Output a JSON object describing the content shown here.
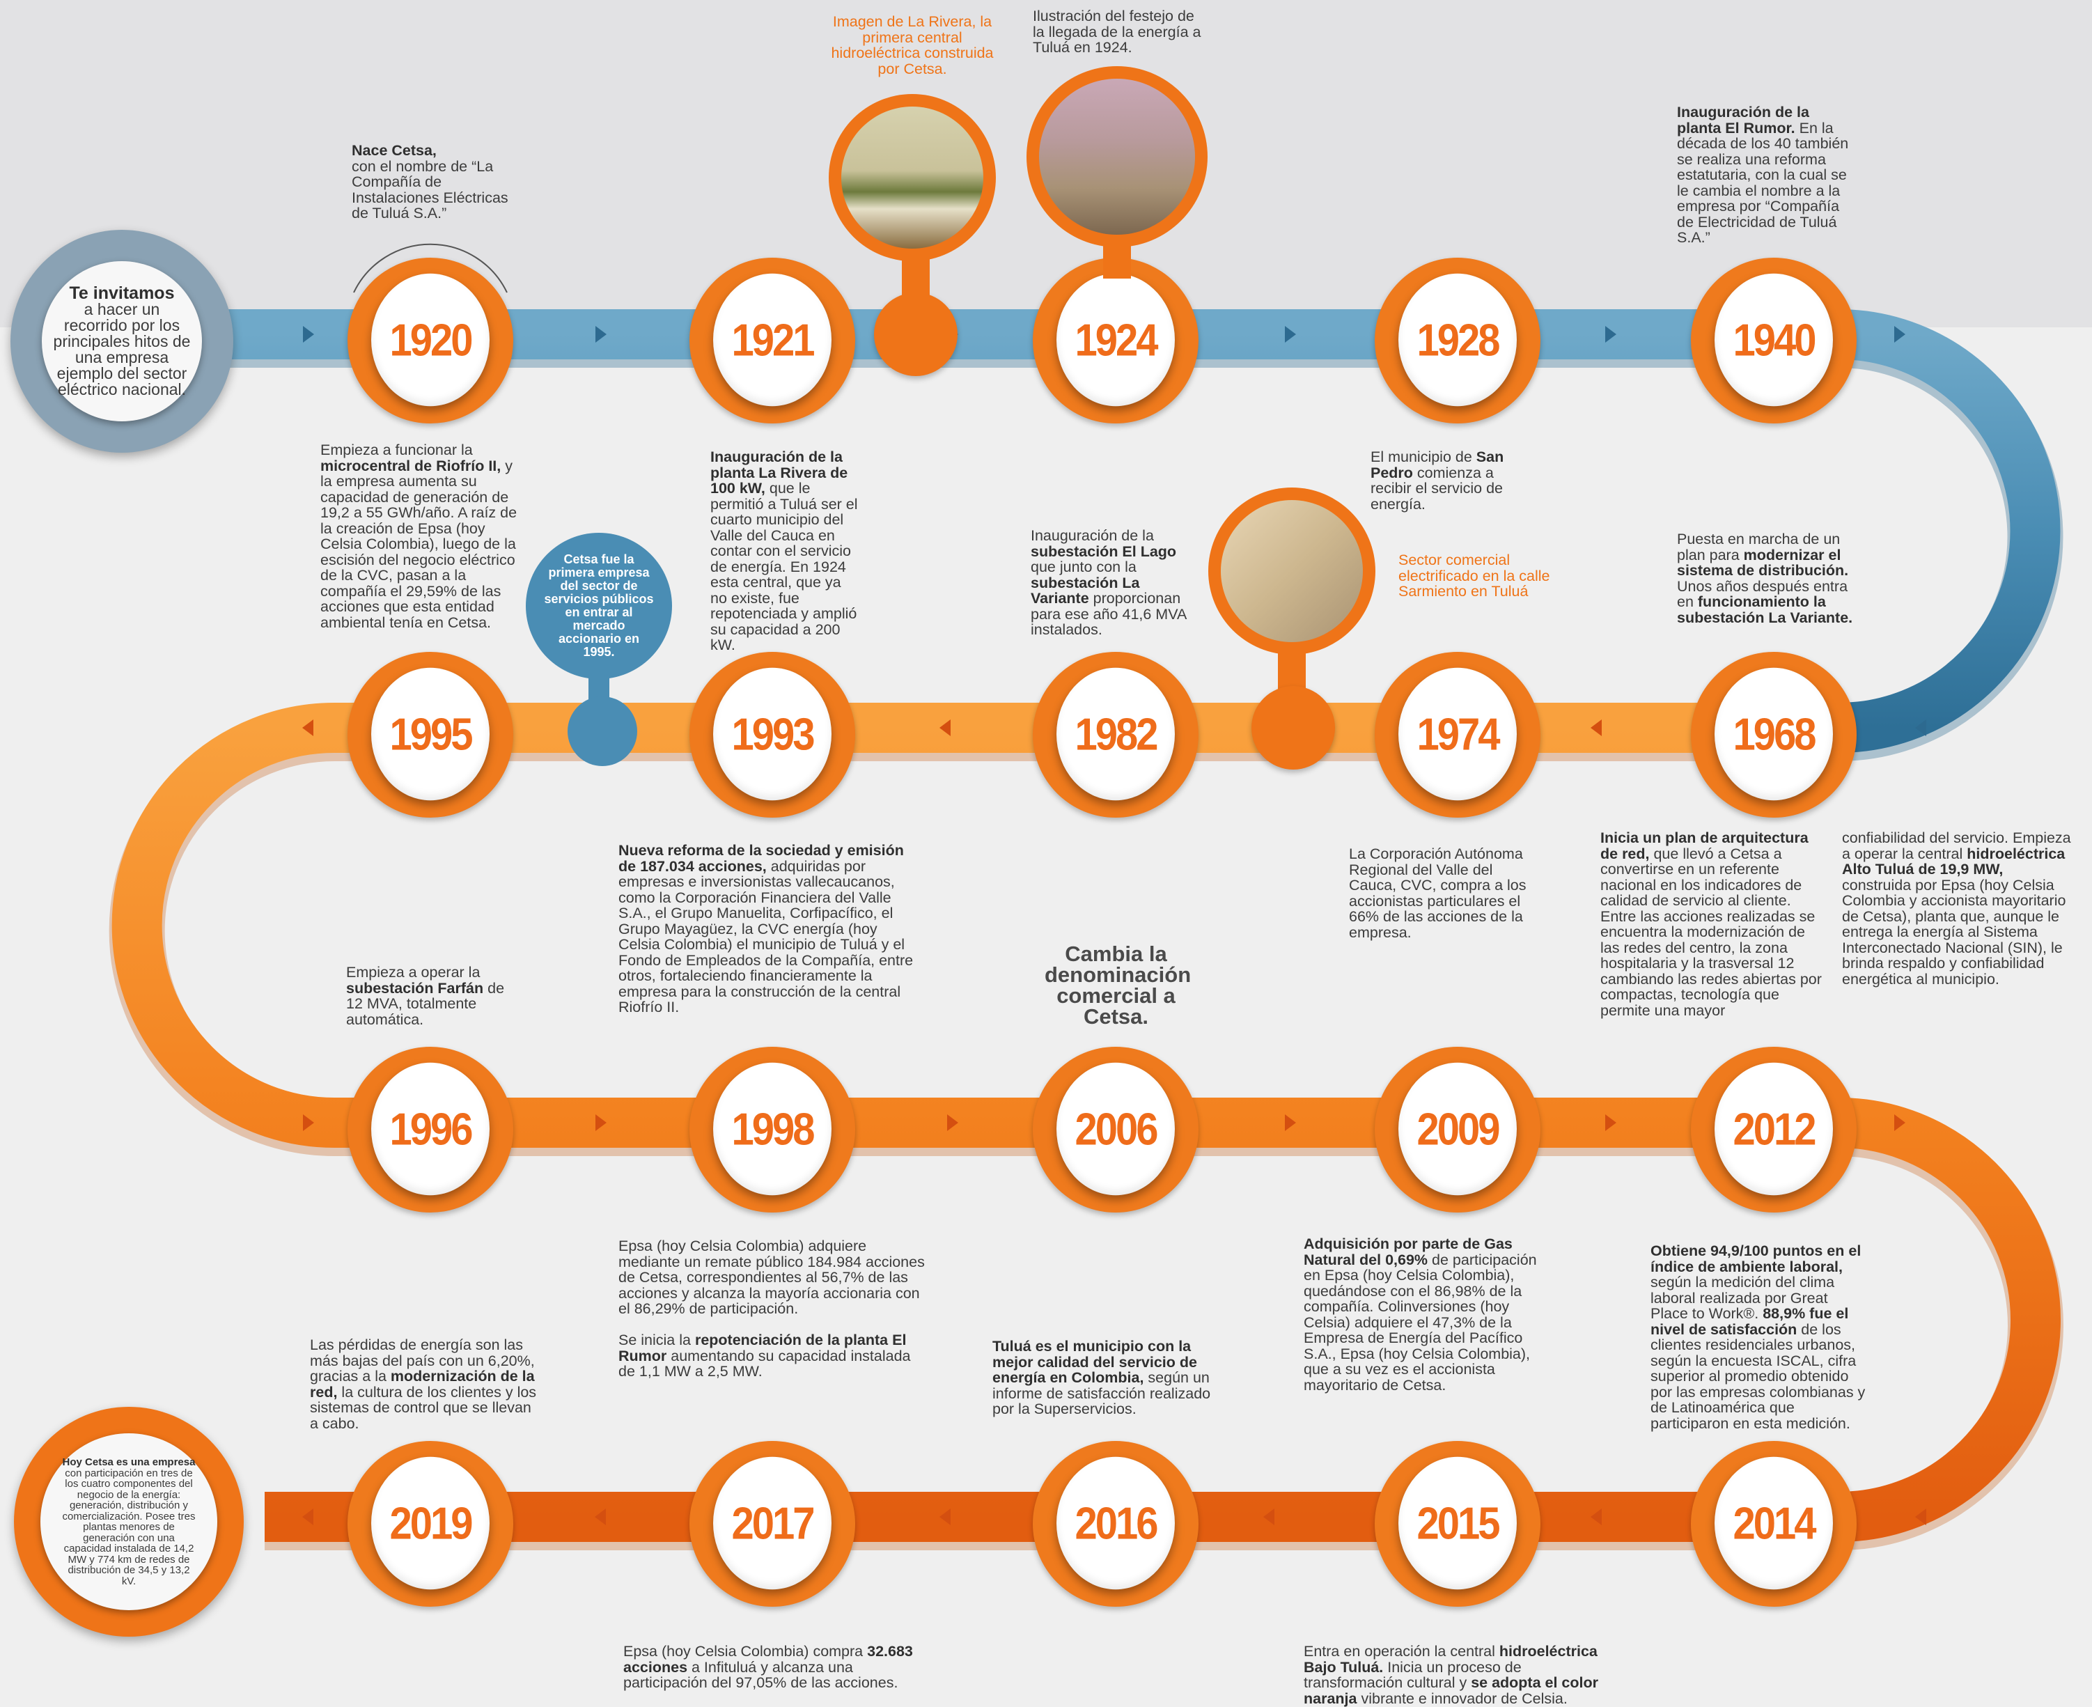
{
  "colors": {
    "orange": "#ef7418",
    "orange_light": "#f8a24a",
    "blue": "#4a90b6",
    "blue_dark": "#2f6f94",
    "gray_circle": "#8aa2b4"
  },
  "intro": {
    "bold": "Te invitamos",
    "rest": "a hacer un recorrido por los principales hitos de una empresa ejemplo del sector eléctrico nacional."
  },
  "final_bubble": {
    "bold": "Hoy Cetsa es una empresa",
    "rest": "con participación en tres de los cuatro componentes del negocio de la energía: generación, distribución y comercialización. Posee tres plantas menores de generación con una capacidad instalada de 14,2 MW y 774 km de redes de distribución de 34,5 y 13,2 kV."
  },
  "photos": {
    "rivera_caption": "Imagen de La Rivera, la primera central hidroeléctrica construida por Cetsa.",
    "fiesta_caption": "Ilustración del festejo de la llegada de la energía a Tuluá en 1924.",
    "sarmiento_caption": "Sector comercial electrificado en la calle Sarmiento en Tuluá"
  },
  "cetsa_1995_bubble": "Cetsa fue la primera empresa del sector de servicios públicos en entrar al mercado accionario en 1995.",
  "rename_heading": "Cambia la denominación comercial a Cetsa.",
  "years": [
    "1920",
    "1921",
    "1924",
    "1928",
    "1940",
    "1968",
    "1974",
    "1982",
    "1993",
    "1995",
    "1996",
    "1998",
    "2006",
    "2009",
    "2012",
    "2014",
    "2015",
    "2016",
    "2017",
    "2019"
  ],
  "events": {
    "e1920": {
      "b1": "Nace Cetsa,",
      "t1": "con el nombre de “La Compañía de Instalaciones Eléctricas de Tuluá S.A.”"
    },
    "e1940": {
      "b1": "Inauguración de la planta El Rumor.",
      "t1": " En la década de los 40 también se realiza una reforma estatutaria, con la cual se le cambia el nombre a la empresa por “Compañía de Electricidad de Tuluá S.A.”"
    },
    "e1995": {
      "t1": "Empieza a funcionar la ",
      "b1": "microcentral de Riofrío II,",
      "t2": " y la empresa aumenta su capacidad de generación de 19,2 a 55 GWh/año. A raíz de la creación de Epsa (hoy Celsia Colombia), luego de la escisión del negocio eléctrico de la CVC, pasan a la compañía el 29,59% de las acciones que esta entidad ambiental tenía en Cetsa."
    },
    "e1921": {
      "b1": "Inauguración de la planta La Rivera de 100 kW,",
      "t1": " que le permitió a Tuluá ser el cuarto municipio del Valle del Cauca en contar con el servicio de energía. En 1924 esta central, que ya no existe, fue repotenciada y amplió su capacidad a 200 kW."
    },
    "e1982": {
      "t1": "Inauguración de la ",
      "b1": "subestación El Lago",
      "t2": " que junto con la ",
      "b2": "subestación La Variante",
      "t3": " proporcionan para ese año 41,6 MVA instalados."
    },
    "e1928": {
      "t1": "El municipio de ",
      "b1": "San Pedro",
      "t2": " comienza a recibir el servicio de energía."
    },
    "e1968": {
      "t1": "Puesta en marcha de un plan para ",
      "b1": "modernizar el sistema de distribución.",
      "t2": " Unos años después entra en ",
      "b2": "funcionamiento la subestación La Variante."
    },
    "e1993": {
      "b1": "Nueva reforma de la sociedad y emisión de 187.034 acciones,",
      "t1": " adquiridas por empresas e inversionistas vallecaucanos, como la Corporación Financiera del Valle S.A., el Grupo Manuelita, Corfipacífico, el Grupo Mayagüez, la CVC energía (hoy Celsia Colombia) el municipio de Tuluá y el Fondo de Empleados de la Compañía, entre otros, fortaleciendo financieramente la empresa para la construcción de la central Riofrío II."
    },
    "e1974": {
      "t1": "La Corporación Autónoma Regional del Valle del Cauca, CVC, compra a los accionistas particulares el 66% de las acciones de la empresa."
    },
    "e2012a": {
      "b1": "Inicia un plan de arquitectura de red,",
      "t1": " que llevó a Cetsa a convertirse en un referente nacional en los indicadores de calidad de servicio al cliente. Entre las acciones realizadas se encuentra la modernización de las redes del centro, la zona hospitalaria y la trasversal 12 cambiando las redes abiertas por compactas, tecnología que permite una mayor"
    },
    "e2012b": {
      "t1": "confiabilidad del servicio. Empieza a operar la central ",
      "b1": "hidroeléctrica Alto Tuluá de 19,9 MW,",
      "t2": " construida por Epsa (hoy Celsia Colombia y accionista mayoritario de Cetsa), planta que, aunque le entrega la energía al Sistema Interconectado Nacional (SIN), le brinda respaldo y confiabilidad energética al municipio."
    },
    "e1996": {
      "t1": "Empieza a operar la ",
      "b1": "subestación Farfán",
      "t2": " de 12 MVA, totalmente automática."
    },
    "e1998": {
      "t1": "Epsa (hoy Celsia Colombia) adquiere mediante un remate público 184.984 acciones de Cetsa, correspondientes al 56,7% de las acciones y alcanza la mayoría accionaria con el 86,29% de participación.",
      "t2": "Se inicia la ",
      "b1": "repotenciación de la planta El Rumor",
      "t3": " aumentando su capacidad instalada de 1,1 MW a 2,5 MW."
    },
    "e2009": {
      "b1": "Adquisición por parte de Gas Natural del 0,69%",
      "t1": " de participación en Epsa (hoy Celsia Colombia), quedándose con el 86,98% de la compañía. Colinversiones (hoy Celsia) adquiere el 47,3% de la Empresa de Energía del Pacífico S.A., Epsa (hoy Celsia Colombia), que a su vez es el accionista mayoritario de Cetsa."
    },
    "e2014": {
      "b1": "Obtiene 94,9/100 puntos en el índice de ambiente laboral,",
      "t1": " según la medición del clima laboral realizada por Great Place to Work®. ",
      "b2": "88,9% fue el nivel de satisfacción",
      "t2": " de los clientes residenciales urbanos, según la encuesta ISCAL, cifra superior al promedio obtenido por las empresas colombianas y de Latinoamérica que participaron en esta medición."
    },
    "e2019": {
      "t1": "Las pérdidas de energía son las más bajas del país con un 6,20%, gracias a la ",
      "b1": "modernización de la red,",
      "t2": " la cultura de los clientes y los sistemas de control que se llevan a cabo."
    },
    "e2016": {
      "b1": "Tuluá es el municipio con la mejor calidad del servicio de energía en Colombia,",
      "t1": " según un informe de satisfacción realizado por la Superservicios."
    },
    "e2017": {
      "t1": "Epsa (hoy Celsia Colombia) compra ",
      "b1": "32.683 acciones",
      "t2": " a Infituluá y alcanza una participación del 97,05% de las acciones."
    },
    "e2015": {
      "t1": "Entra en operación la central ",
      "b1": "hidroeléctrica Bajo Tuluá.",
      "t2": " Inicia un proceso de transformación cultural y ",
      "b2": "se adopta el color naranja",
      "t3": " vibrante e innovador de Celsia."
    }
  }
}
